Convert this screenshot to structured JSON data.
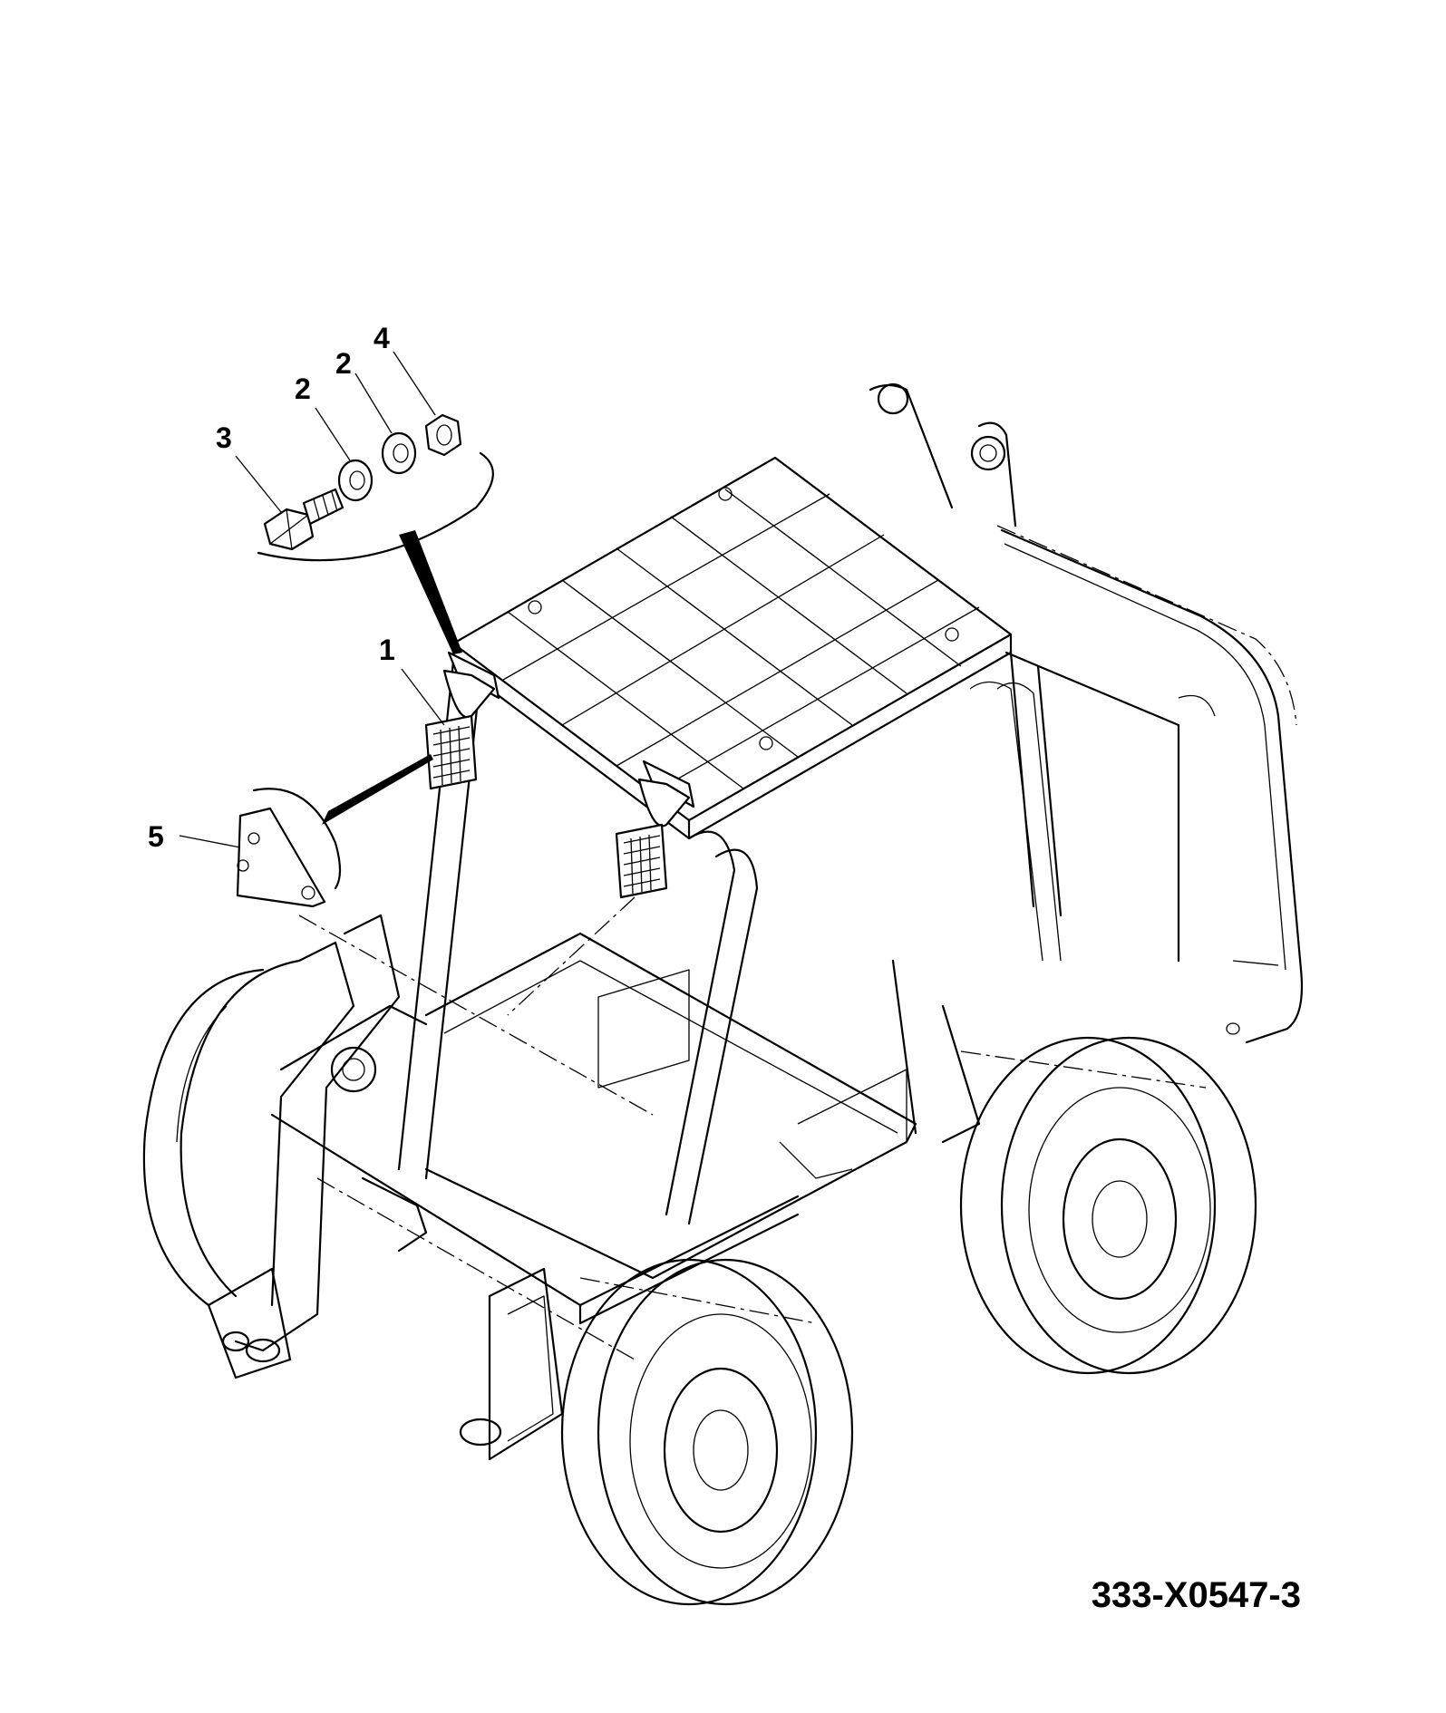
{
  "drawing_number": "333-X0547-3",
  "callouts": [
    {
      "id": "c1",
      "label": "1"
    },
    {
      "id": "c2a",
      "label": "2"
    },
    {
      "id": "c2b",
      "label": "2"
    },
    {
      "id": "c3",
      "label": "3"
    },
    {
      "id": "c4",
      "label": "4"
    },
    {
      "id": "c5",
      "label": "5"
    }
  ],
  "colors": {
    "line": "#000000",
    "background": "#ffffff"
  }
}
